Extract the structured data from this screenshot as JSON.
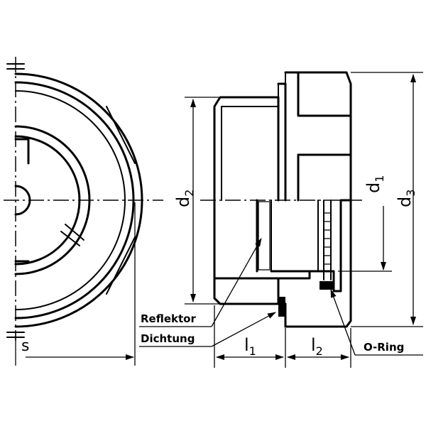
{
  "labels": {
    "reflektor": "Reflektor",
    "dichtung": "Dichtung",
    "o_ring": "O-Ring",
    "s": "s",
    "d1": "d",
    "d1_sub": "1",
    "d2": "d",
    "d2_sub": "2",
    "d3": "d",
    "d3_sub": "3",
    "l1": "l",
    "l1_sub": "1",
    "l2": "l",
    "l2_sub": "2"
  }
}
